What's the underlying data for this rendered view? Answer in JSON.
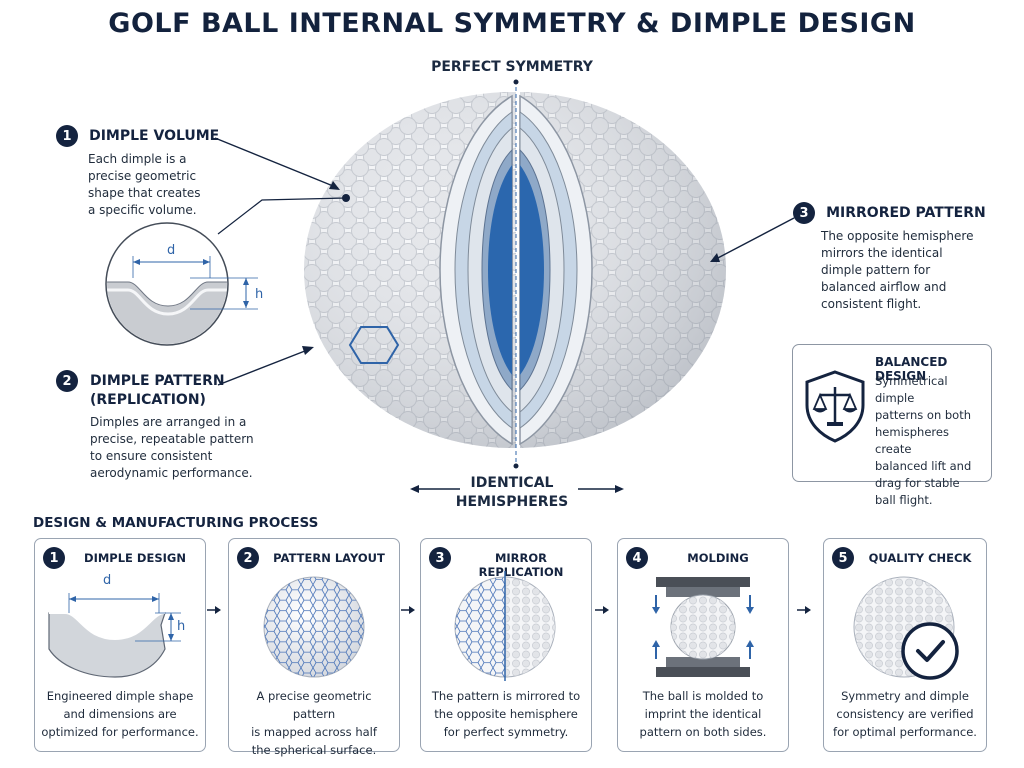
{
  "title": "GOLF BALL INTERNAL SYMMETRY & DIMPLE DESIGN",
  "top_label": "PERFECT SYMMETRY",
  "bottom_label_line1": "IDENTICAL",
  "bottom_label_line2": "HEMISPHERES",
  "callouts": [
    {
      "number": "1",
      "title": "DIMPLE VOLUME",
      "lines": [
        "Each dimple is a",
        "precise geometric",
        "shape that creates",
        "a specific volume."
      ]
    },
    {
      "number": "2",
      "title_line1": "DIMPLE PATTERN",
      "title_line2": "(REPLICATION)",
      "lines": [
        "Dimples are arranged in a",
        "precise, repeatable pattern",
        "to ensure consistent",
        "aerodynamic performance."
      ]
    },
    {
      "number": "3",
      "title": "MIRRORED PATTERN",
      "lines": [
        "The opposite hemisphere",
        "mirrors the identical",
        "dimple pattern for",
        "balanced airflow and",
        "consistent flight."
      ]
    }
  ],
  "dimple_labels": {
    "d": "d",
    "h": "h"
  },
  "balanced": {
    "title": "BALANCED DESIGN",
    "lines": [
      "Symmetrical dimple",
      "patterns on both",
      "hemispheres create",
      "balanced lift and",
      "drag for stable",
      "ball flight."
    ],
    "icon": "scales-shield-icon"
  },
  "process_title": "DESIGN & MANUFACTURING PROCESS",
  "steps": [
    {
      "number": "1",
      "title": "DIMPLE DESIGN",
      "lines": [
        "Engineered dimple shape",
        "and dimensions are",
        "optimized for performance."
      ]
    },
    {
      "number": "2",
      "title": "PATTERN LAYOUT",
      "lines": [
        "A precise geometric pattern",
        "is mapped across half",
        "the spherical surface."
      ]
    },
    {
      "number": "3",
      "title": "MIRROR REPLICATION",
      "lines": [
        "The pattern is mirrored to",
        "the opposite hemisphere",
        "for perfect symmetry."
      ]
    },
    {
      "number": "4",
      "title": "MOLDING",
      "lines": [
        "The ball is molded to",
        "imprint the identical",
        "pattern on both sides."
      ]
    },
    {
      "number": "5",
      "title": "QUALITY CHECK",
      "lines": [
        "Symmetry and dimple",
        "consistency are verified",
        "for optimal performance."
      ]
    }
  ],
  "colors": {
    "navy": "#14233f",
    "accent_blue": "#2f64a8",
    "core_blue": "#2b67ae",
    "layer_light": "#c7d6e6"
  }
}
